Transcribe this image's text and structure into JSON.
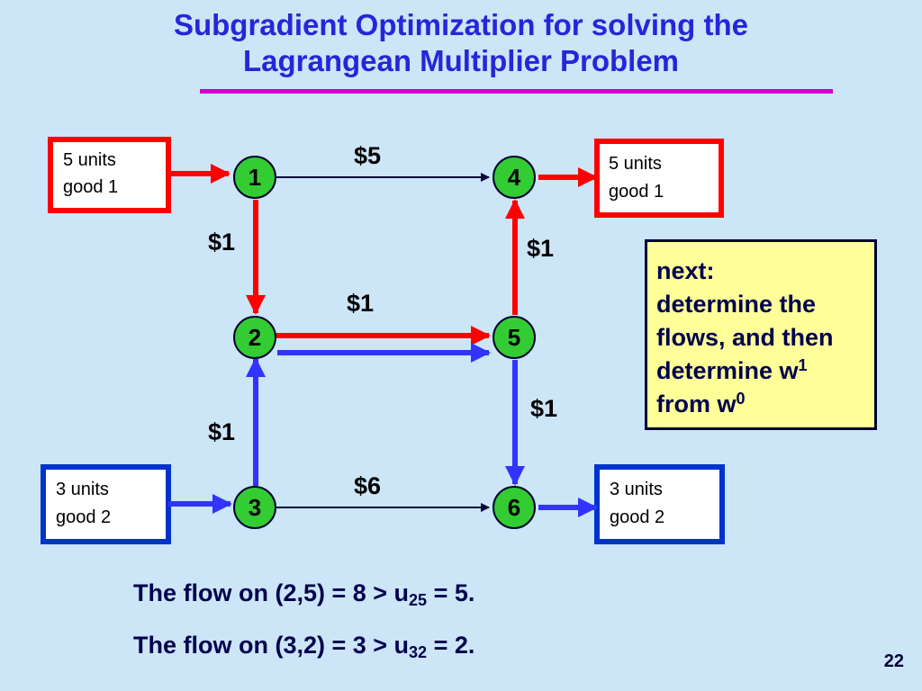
{
  "slide": {
    "title_line1": "Subgradient Optimization for solving the",
    "title_line2": "Lagrangean Multiplier Problem",
    "page_number": "22"
  },
  "network": {
    "nodes": [
      "1",
      "2",
      "3",
      "4",
      "5",
      "6"
    ],
    "arc_costs": {
      "arc_1_4": "$5",
      "arc_1_2": "$1",
      "arc_2_5": "$1",
      "arc_5_4": "$1",
      "arc_3_2": "$1",
      "arc_5_6": "$1",
      "arc_3_6": "$6"
    },
    "supply_boxes": {
      "source_good1": {
        "line1": "5 units",
        "line2": "good 1"
      },
      "sink_good1": {
        "line1": "5 units",
        "line2": "good 1"
      },
      "source_good2": {
        "line1": "3 units",
        "line2": "good 2"
      },
      "sink_good2": {
        "line1": "3 units",
        "line2": "good 2"
      }
    },
    "colors": {
      "good1": "#ff0000",
      "good2": "#3333ff",
      "node_fill": "#33cc33",
      "arc_plain": "#000033"
    }
  },
  "note": {
    "line1": "next:",
    "line2": "determine the",
    "line3": "flows, and then",
    "line4_text": "determine w",
    "line4_sup": "1",
    "line5_text": "from w",
    "line5_sup": "0"
  },
  "statements": {
    "s1_prefix": "The flow on (2,5) = 8 > u",
    "s1_sub": "25",
    "s1_suffix": " = 5.",
    "s2_prefix": "The flow on (3,2) = 3 > u",
    "s2_sub": "32",
    "s2_suffix": " = 2."
  }
}
